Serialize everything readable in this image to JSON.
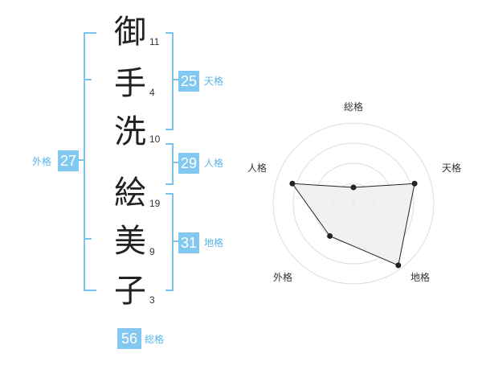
{
  "name": {
    "characters": [
      {
        "char": "御",
        "strokes": "11"
      },
      {
        "char": "手",
        "strokes": "4"
      },
      {
        "char": "洗",
        "strokes": "10"
      },
      {
        "char": "絵",
        "strokes": "19"
      },
      {
        "char": "美",
        "strokes": "9"
      },
      {
        "char": "子",
        "strokes": "3"
      }
    ]
  },
  "fortunes": {
    "tenkaku": {
      "value": "25",
      "label": "天格"
    },
    "jinkaku": {
      "value": "29",
      "label": "人格"
    },
    "chikaku": {
      "value": "31",
      "label": "地格"
    },
    "gaikaku": {
      "value": "27",
      "label": "外格"
    },
    "soukaku": {
      "value": "56",
      "label": "総格"
    }
  },
  "radar": {
    "axes": [
      "総格",
      "天格",
      "地格",
      "外格",
      "人格"
    ],
    "values": [
      0.2,
      0.8,
      0.95,
      0.5,
      0.8
    ],
    "max": 1,
    "rings": 4
  },
  "colors": {
    "accent": "#82c8f0",
    "bracket": "#7cc4ef",
    "radar_fill": "#efefef",
    "radar_line": "#222222"
  }
}
